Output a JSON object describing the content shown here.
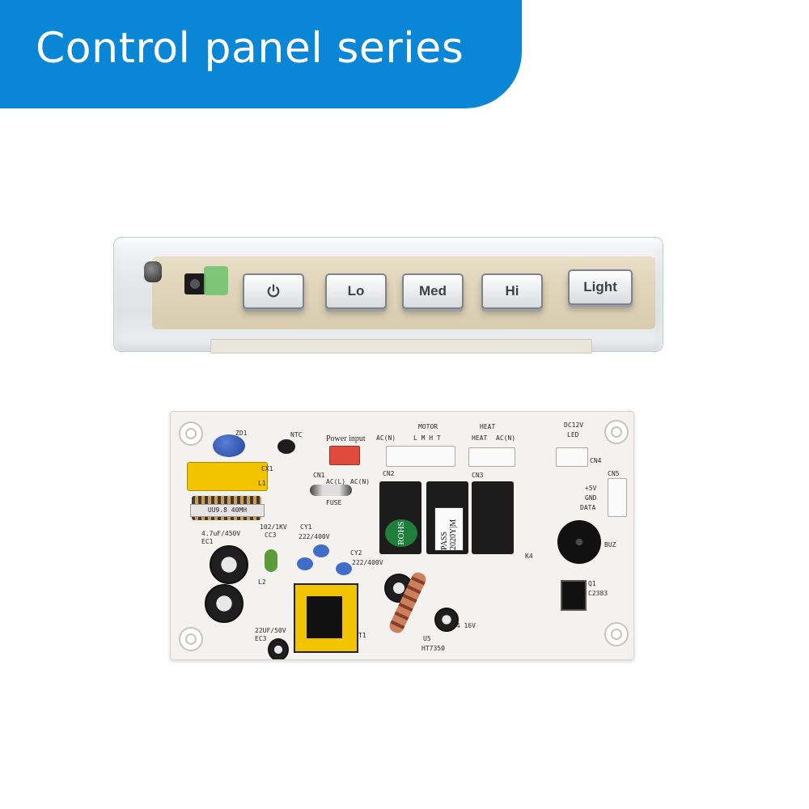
{
  "banner": {
    "title": "Control panel series",
    "color": "#0a86d6"
  },
  "panel": {
    "buttons": [
      {
        "label": "",
        "icon": "power-icon"
      },
      {
        "label": "Lo"
      },
      {
        "label": "Med"
      },
      {
        "label": "Hi"
      },
      {
        "label": "Light"
      }
    ]
  },
  "board": {
    "labels": {
      "zd1": "ZD1",
      "ntc": "NTC",
      "power_input": "Power input",
      "acn_left": "AC(N)",
      "motor": "MOTOR",
      "lmht": "L  M  H  T",
      "heat": "HEAT",
      "heat2": "HEAT",
      "acn_right": "AC(N)",
      "dc12v": "DC12V",
      "led": "LED",
      "cx1": "CX1",
      "l1": "L1",
      "cn1": "CN1",
      "acl": "AC(L)",
      "acn_small": "AC(N)",
      "cn2": "CN2",
      "cn3": "CN3",
      "cn4": "CN4",
      "cn5": "CN5",
      "plus5v": "+5V",
      "gnd": "GND",
      "data": "DATA",
      "fuse": "FUSE",
      "inductor_value": "UU9.8 40MH",
      "cap_ec1": "4.7uF/450V",
      "ec1": "EC1",
      "cc3_value": "102/1KV",
      "cc3": "CC3",
      "cy1": "CY1",
      "cy1_value": "222/400V",
      "cy2": "CY2",
      "cy2_value": "222/400V",
      "rohs": "ROHS",
      "pass": "PASS 2020Y|M",
      "k4": "K4",
      "buz": "BUZ",
      "q1": "Q1",
      "q1_value": "C2383",
      "l2": "L2",
      "ec3_value": "22UF/50V",
      "ec3": "EC3",
      "t1": "T1",
      "u5": "U5",
      "u5_value": "HT7350",
      "ec4_value": "C4 16V"
    }
  }
}
